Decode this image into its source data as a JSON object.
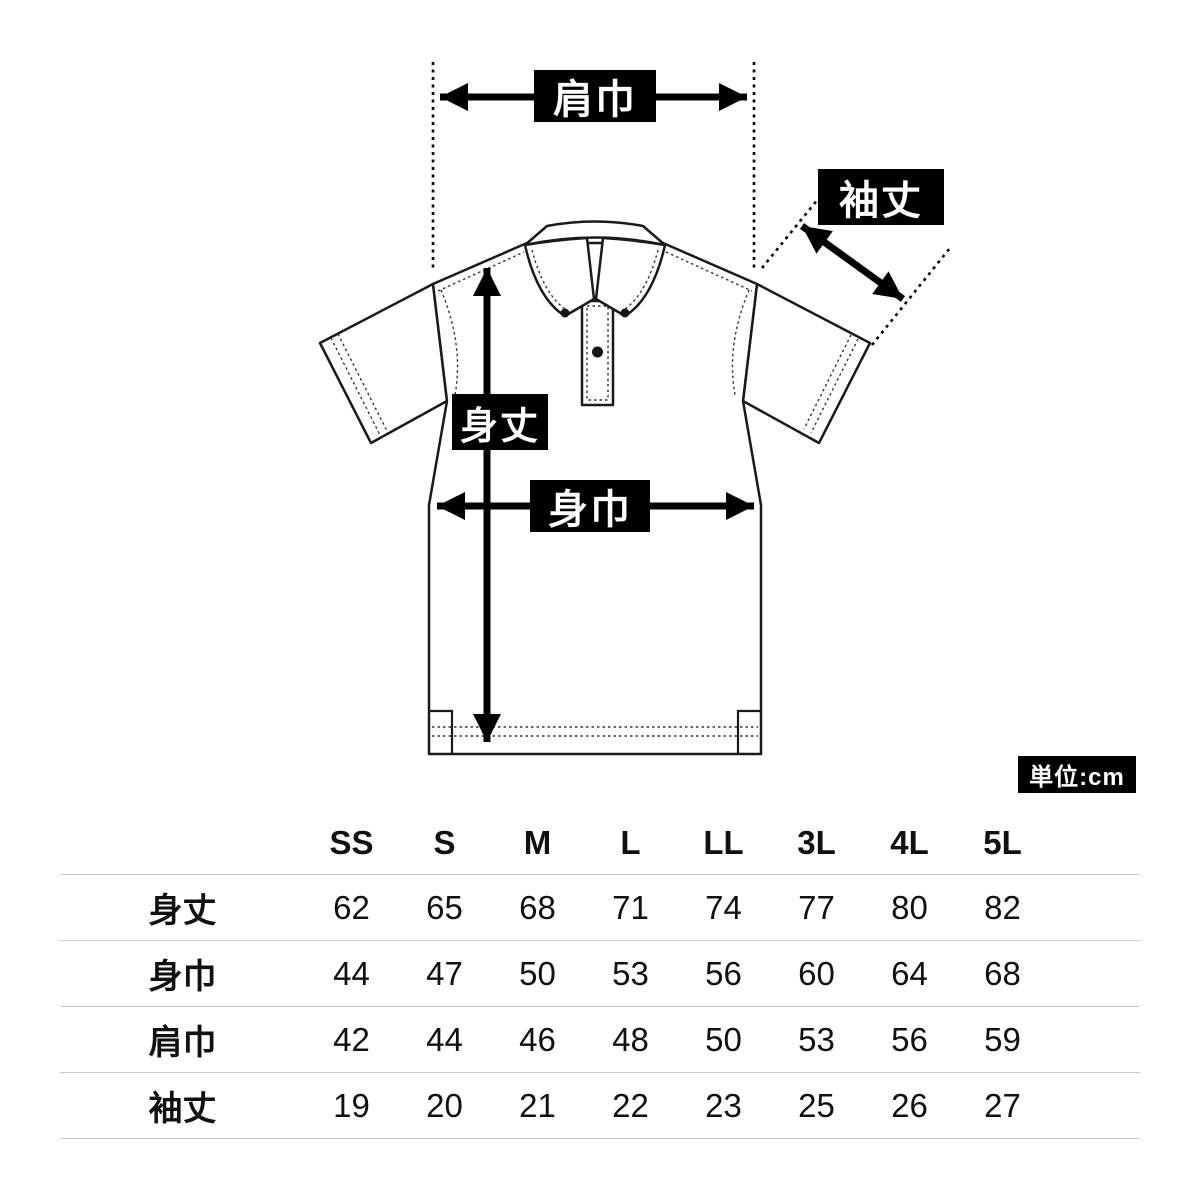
{
  "diagram": {
    "shoulder_width_label": "肩巾",
    "sleeve_length_label": "袖丈",
    "body_length_label": "身丈",
    "body_width_label": "身巾",
    "unit_badge": "単位:cm"
  },
  "size_table": {
    "columns": [
      "SS",
      "S",
      "M",
      "L",
      "LL",
      "3L",
      "4L",
      "5L"
    ],
    "rows": [
      {
        "label": "身丈",
        "values": [
          "62",
          "65",
          "68",
          "71",
          "74",
          "77",
          "80",
          "82"
        ]
      },
      {
        "label": "身巾",
        "values": [
          "44",
          "47",
          "50",
          "53",
          "56",
          "60",
          "64",
          "68"
        ]
      },
      {
        "label": "肩巾",
        "values": [
          "42",
          "44",
          "46",
          "48",
          "50",
          "53",
          "56",
          "59"
        ]
      },
      {
        "label": "袖丈",
        "values": [
          "19",
          "20",
          "21",
          "22",
          "23",
          "25",
          "26",
          "27"
        ]
      }
    ]
  }
}
